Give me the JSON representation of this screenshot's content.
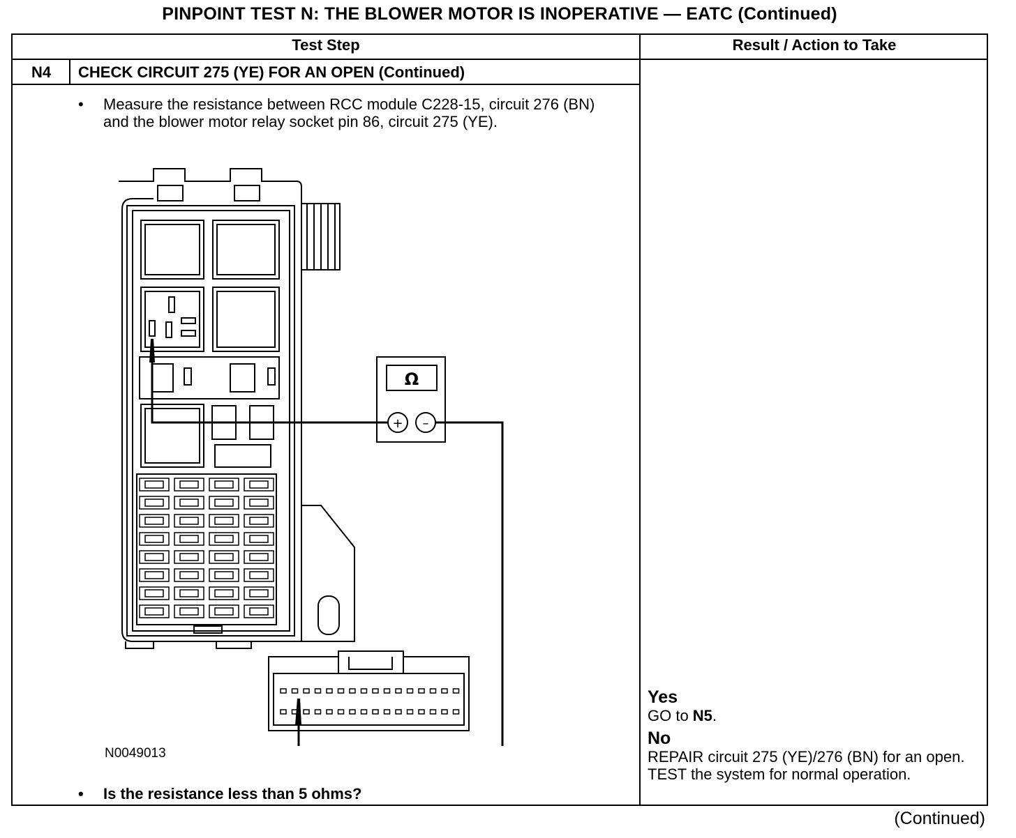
{
  "title": "PINPOINT TEST N: THE BLOWER MOTOR IS INOPERATIVE — EATC (Continued)",
  "table": {
    "col_test_step": "Test Step",
    "col_result": "Result / Action to Take"
  },
  "step": {
    "id": "N4",
    "title": "CHECK CIRCUIT 275 (YE) FOR AN OPEN (Continued)",
    "bullet_symbol": "•",
    "instruction": "Measure the resistance between RCC module C228-15, circuit 276 (BN) and the blower motor relay socket pin 86, circuit 275 (YE).",
    "question": "Is the resistance less than 5 ohms?",
    "figure_id": "N0049013",
    "meter_symbol": "Ω",
    "meter_plus": "+",
    "meter_minus": "–"
  },
  "result": {
    "yes_label": "Yes",
    "yes_text_pre": "GO to ",
    "yes_target": "N5",
    "yes_text_post": ".",
    "no_label": "No",
    "no_text": "REPAIR circuit 275 (YE)/276 (BN) for an open. TEST the system for normal operation."
  },
  "footer": "(Continued)"
}
